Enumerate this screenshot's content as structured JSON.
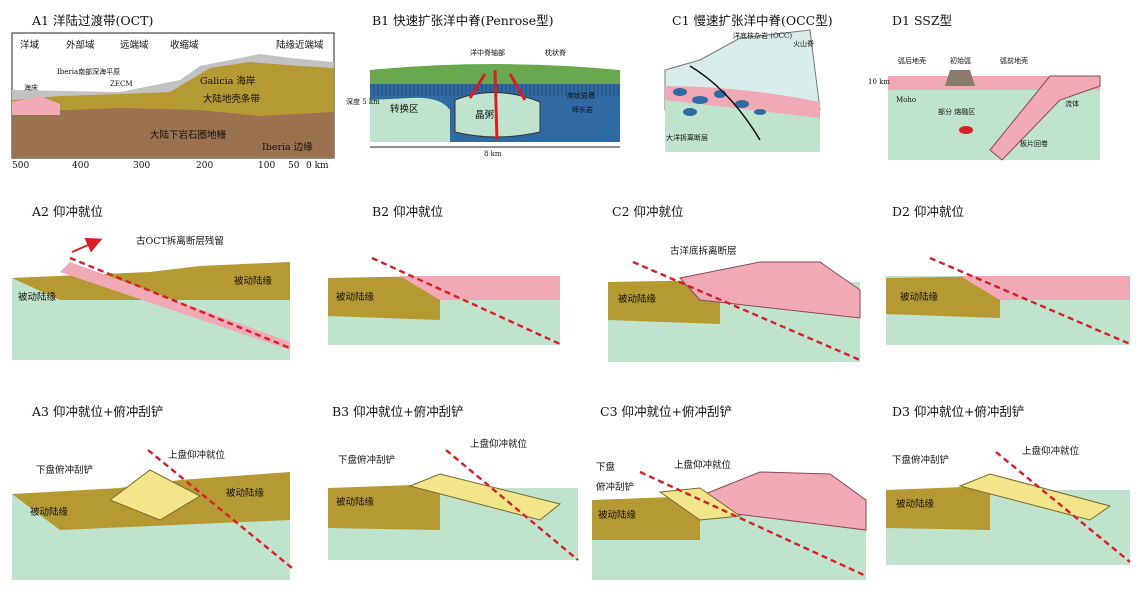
{
  "panels": {
    "a1": {
      "title": "A1 洋陆过渡带(OCT)",
      "zones": [
        "洋域",
        "外部域",
        "远端域",
        "收缩域",
        "陆缘近端域"
      ],
      "labels": {
        "iberia_plain": "Iberia南部深海平原",
        "zecm": "ZECM",
        "seafloor": "海床",
        "galicia": "Galicia 海岸",
        "crust": "大陆地壳条带",
        "lith": "大陆下岩石圈地幔",
        "margin": "Iberia 边缘"
      },
      "axis": [
        "500",
        "400",
        "300",
        "200",
        "100",
        "50",
        "0 km"
      ]
    },
    "b1": {
      "title": "B1 快速扩张洋中脊(Penrose型)",
      "labels": {
        "axis": "洋中脊轴部",
        "pillow": "枕状脊",
        "transform": "转换区",
        "crystal": "晶粥",
        "sheeted": "席状岩墙",
        "gabbro": "辉长岩",
        "depth": "深度\n5 km",
        "scale": "8 km"
      }
    },
    "c1": {
      "title": "C1 慢速扩张洋中脊(OCC型)",
      "labels": {
        "occ": "洋底核杂岩\n(OCC)",
        "volcanic": "火山脊",
        "detach": "大洋拆离断层"
      }
    },
    "d1": {
      "title": "D1 SSZ型",
      "labels": {
        "backarc": "弧后地壳",
        "initarc": "初始弧",
        "forearc": "弧前地壳",
        "depth": "10\nkm",
        "moho": "Moho",
        "fluid": "流体",
        "partial": "部分\n熔融区",
        "rollback": "板片回卷"
      }
    },
    "a2": {
      "title": "A2 仰冲就位",
      "labels": {
        "relic": "古OCT拆离断层残留",
        "pm_l": "被动陆缘",
        "pm_r": "被动陆缘"
      }
    },
    "b2": {
      "title": "B2 仰冲就位",
      "labels": {
        "pm": "被动陆缘"
      }
    },
    "c2": {
      "title": "C2 仰冲就位",
      "labels": {
        "detach": "古洋底拆离断层",
        "pm": "被动陆缘"
      }
    },
    "d2": {
      "title": "D2 仰冲就位",
      "labels": {
        "pm": "被动陆缘"
      }
    },
    "a3": {
      "title": "A3 仰冲就位+俯冲刮铲",
      "labels": {
        "lower": "下盘俯冲刮铲",
        "upper": "上盘仰冲就位",
        "pm_l": "被动陆缘",
        "pm_r": "被动陆缘"
      }
    },
    "b3": {
      "title": "B3 仰冲就位+俯冲刮铲",
      "labels": {
        "lower": "下盘俯冲刮铲",
        "upper": "上盘仰冲就位",
        "pm": "被动陆缘"
      }
    },
    "c3": {
      "title": "C3 仰冲就位+俯冲刮铲",
      "labels": {
        "lower1": "下盘",
        "lower2": "俯冲刮铲",
        "upper": "上盘仰冲就位",
        "pm": "被动陆缘"
      }
    },
    "d3": {
      "title": "D3 仰冲就位+俯冲刮铲",
      "labels": {
        "lower": "下盘俯冲刮铲",
        "upper": "上盘仰冲就位",
        "pm": "被动陆缘"
      }
    }
  },
  "colors": {
    "olive": "#b59a33",
    "mantle": "#bfe3cd",
    "pink": "#f0a9b5",
    "brown": "#9b7250",
    "blue": "#2f6aa3",
    "red": "#d81f26",
    "yellow": "#f3e58a",
    "grey": "#b9b9b9"
  }
}
